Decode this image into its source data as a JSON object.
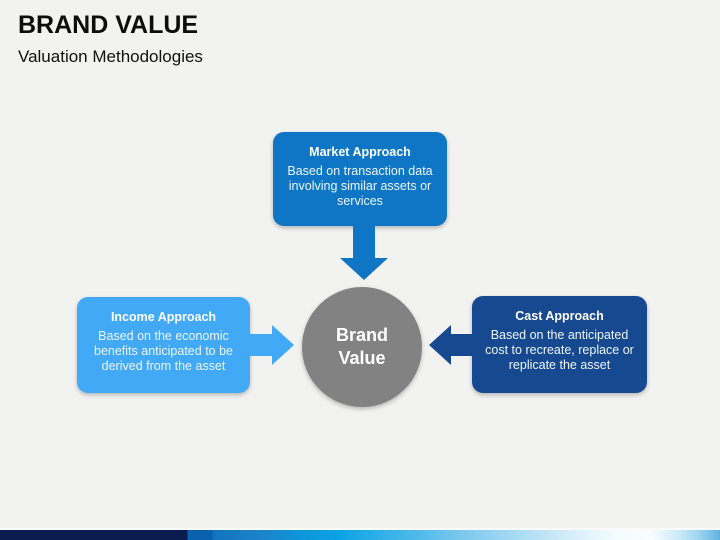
{
  "slide": {
    "title": "BRAND VALUE",
    "subtitle": "Valuation Methodologies",
    "background_color": "#F2F2F1"
  },
  "diagram": {
    "center": {
      "label": "Brand Value",
      "color": "#828282",
      "text_color": "#FFFFFF"
    },
    "nodes": [
      {
        "id": "market-approach",
        "position": "top",
        "title": "Market Approach",
        "description": "Based on transaction data involving similar assets or services",
        "color": "#0E76C5"
      },
      {
        "id": "income-approach",
        "position": "left",
        "title": "Income Approach",
        "description": "Based on the economic benefits anticipated to be derived from the asset",
        "color": "#41A9F6"
      },
      {
        "id": "cast-approach",
        "position": "right",
        "title": "Cast Approach",
        "description": "Based on the anticipated cost to recreate, replace or replicate the asset",
        "color": "#16498F"
      }
    ]
  },
  "footer": {
    "bar_gradient": [
      "#0A1C50",
      "#0A62AE",
      "#0AA3E4",
      "#79C8EE",
      "#F5FCFE",
      "#9AD3EF",
      "#5FB3DF"
    ]
  }
}
